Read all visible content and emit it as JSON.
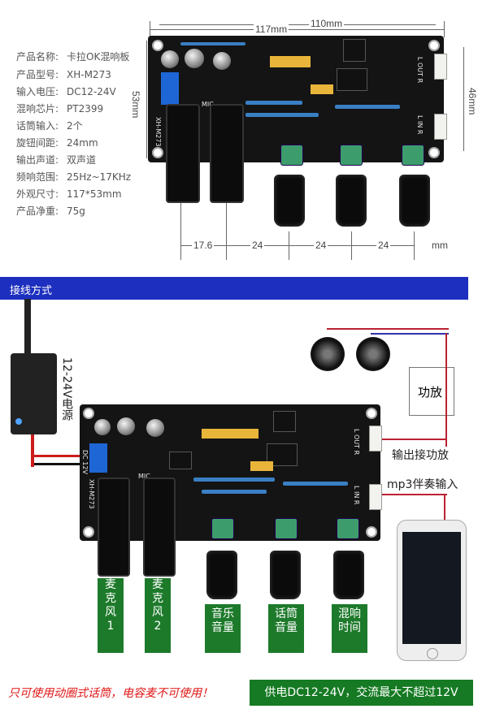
{
  "specs": [
    {
      "k": "产品名称:",
      "v": "卡拉OK混响板"
    },
    {
      "k": "产品型号:",
      "v": "XH-M273"
    },
    {
      "k": "输入电压:",
      "v": "DC12-24V"
    },
    {
      "k": "混响芯片:",
      "v": "PT2399"
    },
    {
      "k": "话筒输入:",
      "v": "2个"
    },
    {
      "k": "旋钮间距:",
      "v": "24mm"
    },
    {
      "k": "输出声道:",
      "v": "双声道"
    },
    {
      "k": "频响范围:",
      "v": "25Hz~17KHz"
    },
    {
      "k": "外观尺寸:",
      "v": "117*53mm"
    },
    {
      "k": "产品净重:",
      "v": "75g"
    }
  ],
  "dims": {
    "d117": "117mm",
    "d110": "110mm",
    "d53": "53mm",
    "d46": "46mm",
    "d176": "17.6",
    "d24a": "24",
    "d24b": "24",
    "d24c": "24",
    "mm": "mm"
  },
  "section_title": "接线方式",
  "psu_label": "12-24V电源",
  "amp_label": "功放",
  "out_label": "输出接功放",
  "in_label": "mp3伴奏输入",
  "silk": {
    "model": "XH-M273",
    "mic": "MIC",
    "lout": "L OUT R",
    "lin": "L IN R",
    "dc": "DC 12V"
  },
  "arrows": [
    {
      "l1": "麦",
      "l2": "克",
      "l3": "风",
      "l4": "1"
    },
    {
      "l1": "麦",
      "l2": "克",
      "l3": "风",
      "l4": "2"
    },
    {
      "l1": "音乐",
      "l2": "音量"
    },
    {
      "l1": "话筒",
      "l2": "音量"
    },
    {
      "l1": "混响",
      "l2": "时间"
    }
  ],
  "note_red": "只可使用动圈式话筒，电容麦不可使用！",
  "note_green": "供电DC12-24V，交流最大不超过12V",
  "colors": {
    "section": "#1d2fbf",
    "arrow": "#1d7a2b",
    "warn": "#e01515",
    "pcb": "#141414"
  }
}
